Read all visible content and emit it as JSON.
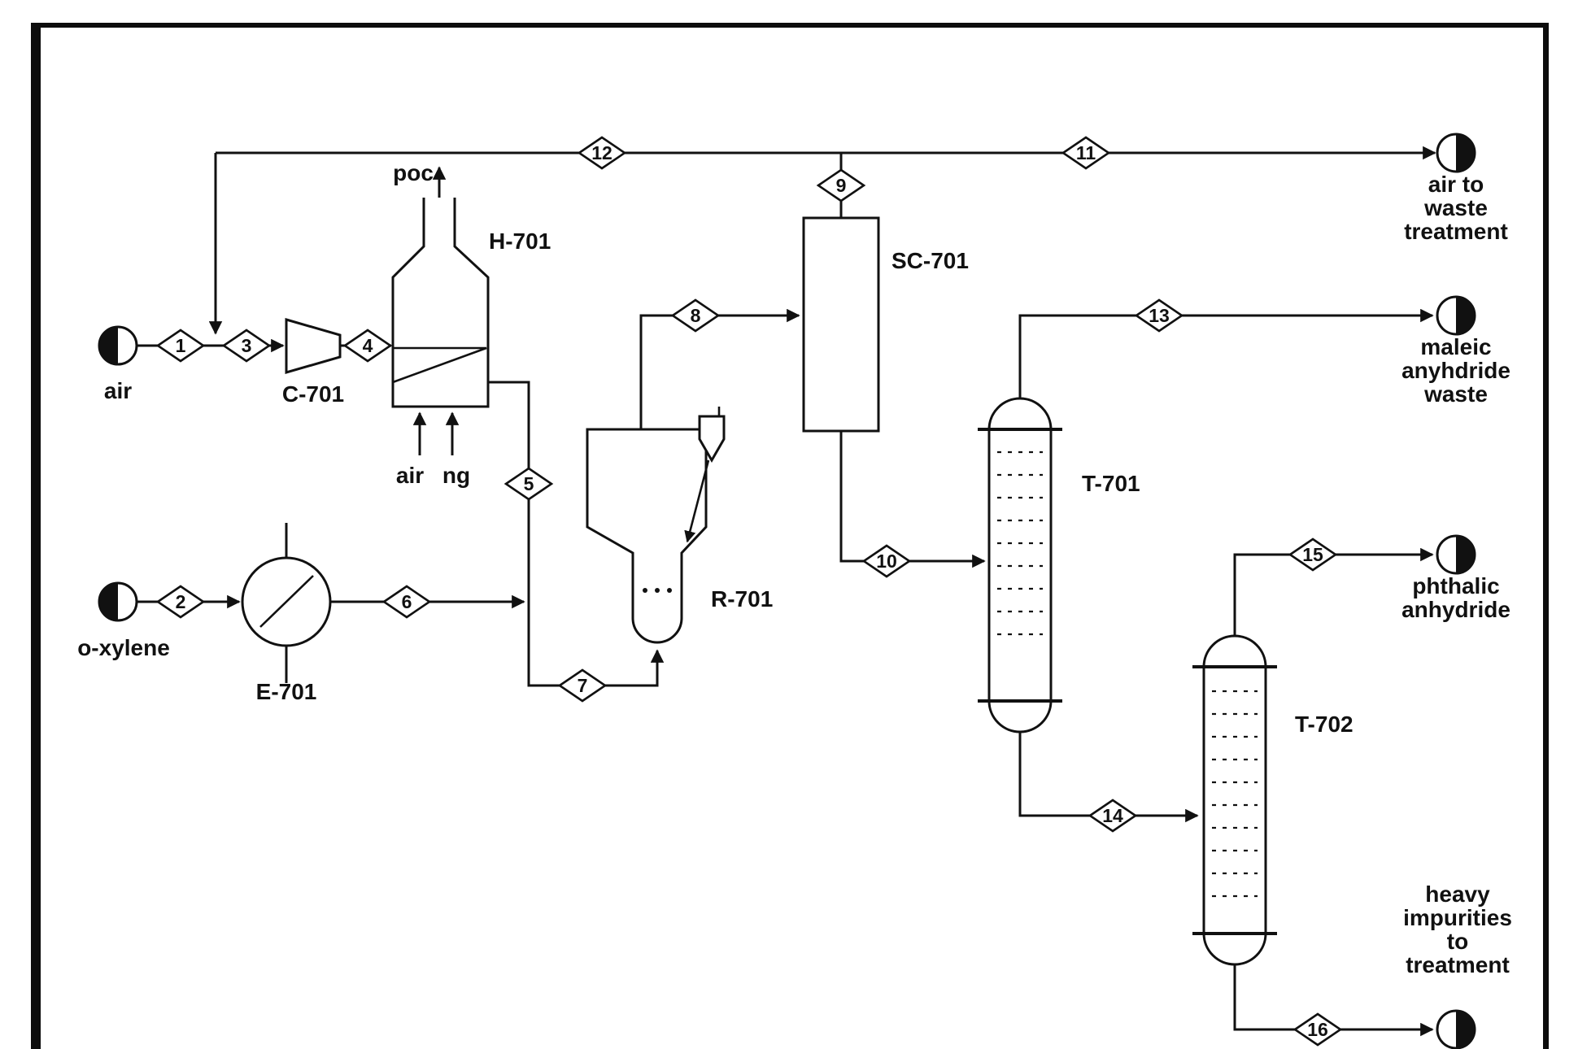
{
  "diagram": {
    "type": "process-flow-diagram",
    "equipment": {
      "c701": "C-701",
      "h701": "H-701",
      "e701": "E-701",
      "r701": "R-701",
      "sc701": "SC-701",
      "t701": "T-701",
      "t702": "T-702"
    },
    "streams": {
      "1": "1",
      "2": "2",
      "3": "3",
      "4": "4",
      "5": "5",
      "6": "6",
      "7": "7",
      "8": "8",
      "9": "9",
      "10": "10",
      "11": "11",
      "12": "12",
      "13": "13",
      "14": "14",
      "15": "15",
      "16": "16"
    },
    "inputs": {
      "air": "air",
      "oxylene": "o-xylene"
    },
    "heater_labels": {
      "poc": "poc",
      "air": "air",
      "ng": "ng"
    },
    "outputs": {
      "air_waste": [
        "air to",
        "waste",
        "treatment"
      ],
      "maleic": [
        "maleic",
        "anyhdride",
        "waste"
      ],
      "phthalic": [
        "phthalic",
        "anhydride"
      ],
      "heavy": [
        "heavy",
        "impurities",
        "to",
        "treatment"
      ]
    },
    "colors": {
      "ink": "#111111",
      "paper": "#ffffff"
    }
  }
}
